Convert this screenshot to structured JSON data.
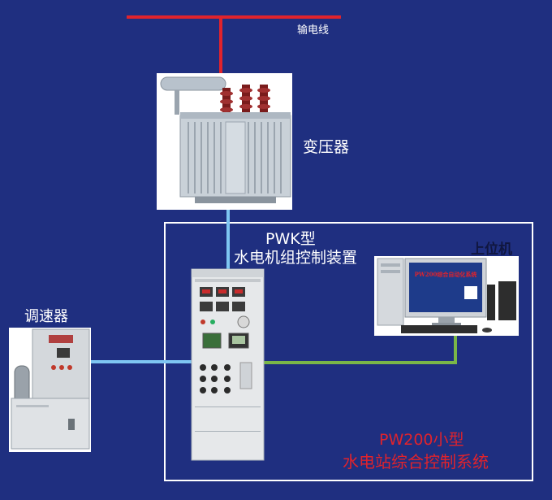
{
  "labels": {
    "power_line": "输电线",
    "transformer": "变压器",
    "pwk_line1": "PWK型",
    "pwk_line2": "水电机组控制装置",
    "host_pc": "上位机",
    "governor": "调速器",
    "system_line1": "PW200小型",
    "system_line2": "水电站综合控制系统",
    "monitor_screen": "PW200综合自动化系统"
  },
  "colors": {
    "background": "#1f2f80",
    "power_line": "#e0232c",
    "signal_line": "#7ec6f2",
    "network_line": "#7ab648",
    "system_border": "#ffffff",
    "system_text": "#e0232c"
  }
}
